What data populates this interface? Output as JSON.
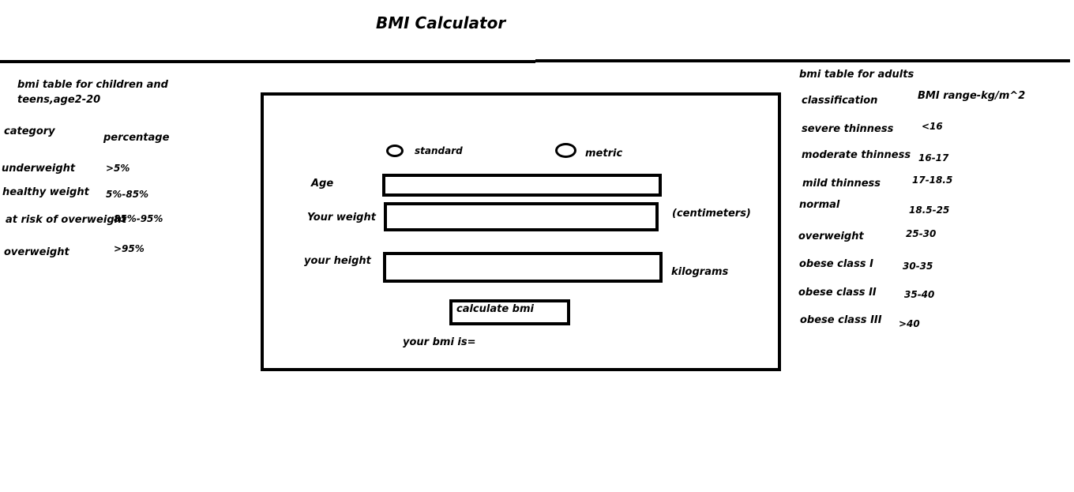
{
  "title": "BMI Calculator",
  "children_table": {
    "heading_line1": "bmi table for children and",
    "heading_line2": "teens,age2-20",
    "header_category": "category",
    "header_percentage": "percentage",
    "rows": [
      {
        "category": "underweight",
        "percentage": ">5%"
      },
      {
        "category": "healthy weight",
        "percentage": "5%-85%"
      },
      {
        "category": "at risk of overweight",
        "percentage": "85%-95%"
      },
      {
        "category": "overweight",
        "percentage": ">95%"
      }
    ]
  },
  "adults_table": {
    "heading": "bmi table for adults",
    "header_classification": "classification",
    "header_range": "BMI range-kg/m^2",
    "rows": [
      {
        "classification": "severe thinness",
        "range": "<16"
      },
      {
        "classification": "moderate thinness",
        "range": "16-17"
      },
      {
        "classification": "mild thinness",
        "range": "17-18.5"
      },
      {
        "classification": "normal",
        "range": "18.5-25"
      },
      {
        "classification": "overweight",
        "range": "25-30"
      },
      {
        "classification": "obese class I",
        "range": "30-35"
      },
      {
        "classification": "obese class II",
        "range": "35-40"
      },
      {
        "classification": "obese class III",
        "range": ">40"
      }
    ]
  },
  "form": {
    "unit_standard": "standard",
    "unit_metric": "metric",
    "age_label": "Age",
    "weight_label": "Your weight",
    "height_label": "your height",
    "weight_unit": "(centimeters)",
    "height_unit": "kilograms",
    "calculate_label": "calculate bmi",
    "result_label": "your bmi is="
  }
}
